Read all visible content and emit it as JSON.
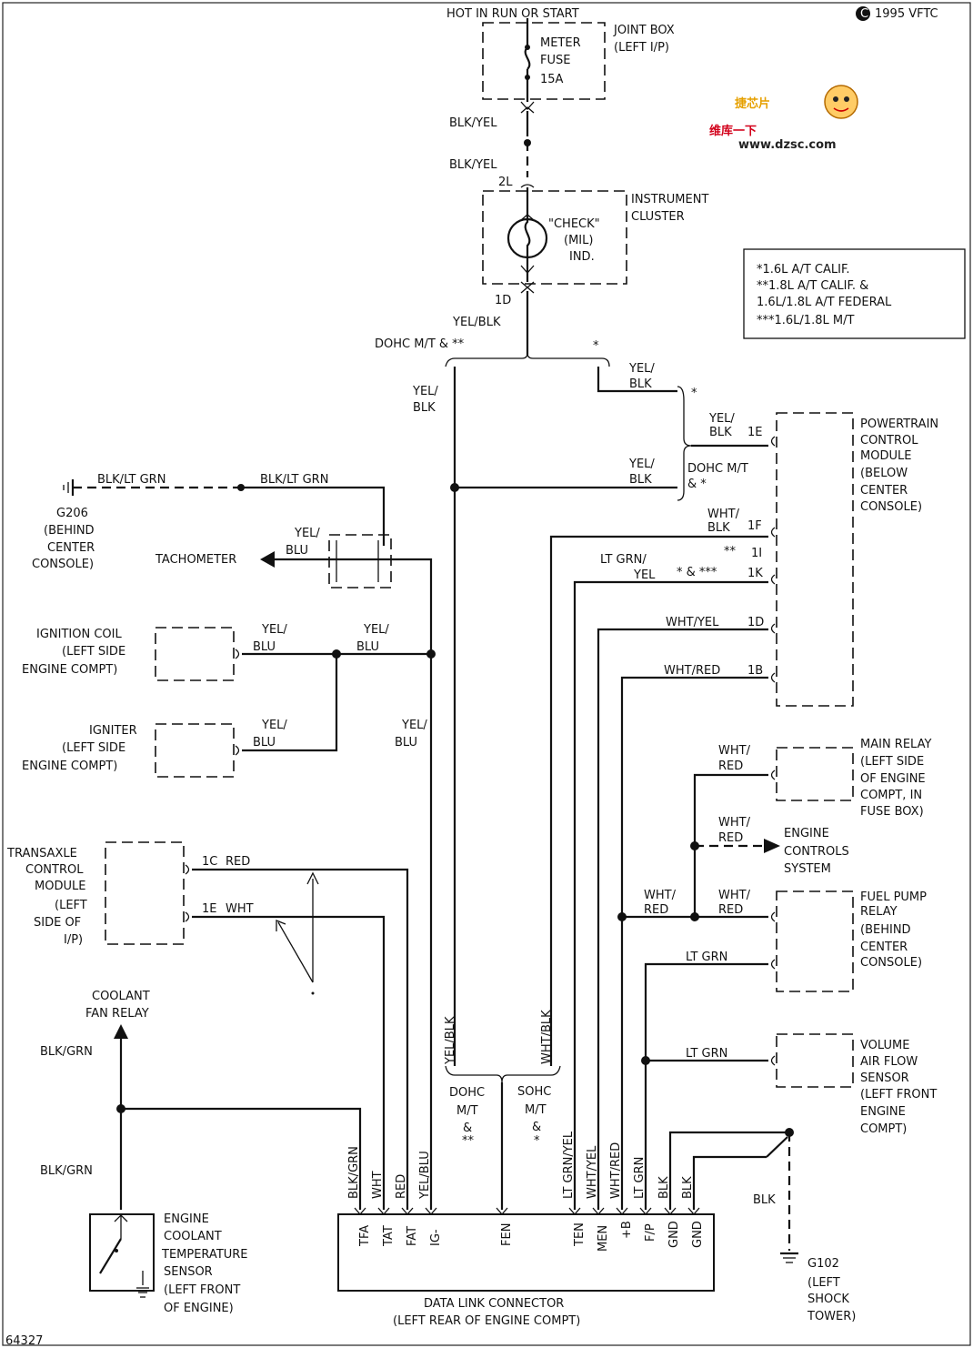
{
  "copyright": "1995 VFTC",
  "figure_number": "64327",
  "watermark": {
    "top": "捷芯片",
    "middle": "维库一下",
    "url": "www.dzsc.com"
  },
  "hot_label": "HOT IN RUN OR START",
  "joint_box": {
    "lines": [
      "JOINT BOX",
      "(LEFT I/P)"
    ]
  },
  "meter_fuse": {
    "lines": [
      "METER",
      "FUSE"
    ],
    "rating": "15A"
  },
  "wire_blk_yel": "BLK/YEL",
  "pin_2l": "2L",
  "pin_1d_cluster": "1D",
  "instrument_cluster": {
    "lines": [
      "INSTRUMENT",
      "CLUSTER"
    ]
  },
  "check_ind": {
    "lines": [
      "\"CHECK\"",
      "(MIL)",
      "IND."
    ]
  },
  "wire_yel_blk": "YEL/BLK",
  "legend": [
    "*1.6L A/T CALIF.",
    "**1.8L A/T CALIF. &",
    "1.6L/1.8L A/T FEDERAL",
    "***1.6L/1.8L M/T"
  ],
  "dohc_mt": "DOHC M/T & **",
  "star1": "*",
  "star2": "*",
  "wire_yel": "YEL/",
  "wire_blk": "BLK",
  "wire_blu": "BLU",
  "pcm": {
    "lines": [
      "POWERTRAIN",
      "CONTROL",
      "MODULE",
      "(BELOW",
      "CENTER",
      "CONSOLE)"
    ]
  },
  "pins_pcm": {
    "p1e": "1E",
    "p1f": "1F",
    "p1i": "1I",
    "p1k": "1K",
    "p1d": "1D",
    "p1b": "1B"
  },
  "dohc_mt2": [
    "DOHC M/T",
    "& *"
  ],
  "blk_lt_grn": "BLK/LT GRN",
  "g206": {
    "lines": [
      "G206",
      "(BEHIND",
      "CENTER",
      "CONSOLE)"
    ]
  },
  "tachometer": "TACHOMETER",
  "ignition_coil": {
    "lines": [
      "IGNITION COIL",
      "(LEFT SIDE",
      "ENGINE COMPT)"
    ]
  },
  "igniter": {
    "lines": [
      "IGNITER",
      "(LEFT SIDE",
      "ENGINE COMPT)"
    ]
  },
  "wht": "WHT/",
  "wht_blk": "BLK",
  "lt_grn": "LT GRN/",
  "lt_grn_yel": "YEL",
  "star_mark": "* & ***",
  "star_mark2": "**",
  "wht_yel": "WHT/YEL",
  "wht_red": "WHT/RED",
  "red": "RED",
  "main_relay": {
    "lines": [
      "MAIN RELAY",
      "(LEFT SIDE",
      "OF ENGINE",
      "COMPT, IN",
      "FUSE BOX)"
    ]
  },
  "engine_controls": {
    "lines": [
      "ENGINE",
      "CONTROLS",
      "SYSTEM"
    ]
  },
  "fuel_pump": {
    "lines": [
      "FUEL PUMP",
      "RELAY",
      "(BEHIND",
      "CENTER",
      "CONSOLE)"
    ]
  },
  "maf": {
    "lines": [
      "VOLUME",
      "AIR FLOW",
      "SENSOR",
      "(LEFT FRONT",
      "ENGINE",
      "COMPT)"
    ]
  },
  "lt_grn_plain": "LT GRN",
  "tcm": {
    "lines": [
      "TRANSAXLE",
      "CONTROL",
      "MODULE",
      "(LEFT",
      "SIDE OF",
      "I/P)"
    ]
  },
  "tcm_pins": {
    "p1c": "1C",
    "p1e": "1E"
  },
  "red_plain": "RED",
  "wht_plain": "WHT",
  "coolant_fan": {
    "lines": [
      "COOLANT",
      "FAN RELAY"
    ]
  },
  "blk_grn": "BLK/GRN",
  "ect": {
    "lines": [
      "ENGINE",
      "COOLANT",
      "TEMPERATURE",
      "SENSOR",
      "(LEFT FRONT",
      "OF ENGINE)"
    ]
  },
  "dohc_low": [
    "DOHC",
    "M/T",
    "&",
    "**"
  ],
  "sohc_low": [
    "SOHC",
    "M/T",
    "&",
    "*"
  ],
  "vert_wires": [
    "BLK/GRN",
    "WHT",
    "RED",
    "YEL/BLU",
    "LT GRN/YEL",
    "WHT/YEL",
    "WHT/RED",
    "LT GRN",
    "BLK",
    "BLK"
  ],
  "vert_top": [
    "YEL/BLK",
    "WHT/BLK"
  ],
  "dlc_pins": [
    "TFA",
    "TAT",
    "FAT",
    "IG-",
    "FEN",
    "TEN",
    "MEN",
    "+B",
    "F/P",
    "GND",
    "GND"
  ],
  "dlc": {
    "lines": [
      "DATA LINK CONNECTOR",
      "(LEFT REAR OF ENGINE COMPT)"
    ]
  },
  "blk_label": "BLK",
  "g102": {
    "lines": [
      "G102",
      "(LEFT",
      "SHOCK",
      "TOWER)"
    ]
  }
}
